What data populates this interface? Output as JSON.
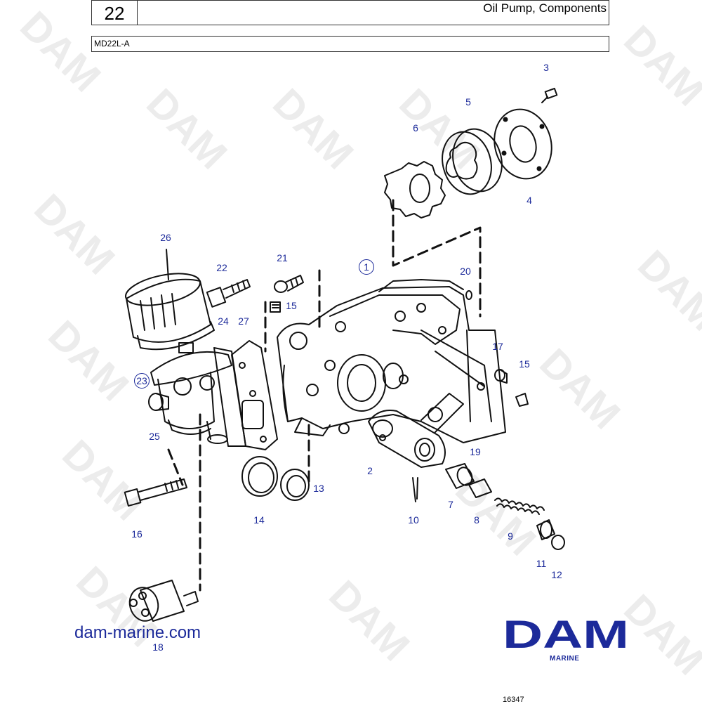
{
  "header": {
    "page_number": "22",
    "title": "Oil Pump, Components"
  },
  "model": "MD22L-A",
  "watermark_text": "DAM",
  "callouts": [
    {
      "label": "1",
      "circled": true
    },
    {
      "label": "2"
    },
    {
      "label": "3"
    },
    {
      "label": "4"
    },
    {
      "label": "5"
    },
    {
      "label": "6"
    },
    {
      "label": "7"
    },
    {
      "label": "8"
    },
    {
      "label": "9"
    },
    {
      "label": "10"
    },
    {
      "label": "11"
    },
    {
      "label": "12"
    },
    {
      "label": "13"
    },
    {
      "label": "14"
    },
    {
      "label": "15"
    },
    {
      "label": "15"
    },
    {
      "label": "16"
    },
    {
      "label": "17"
    },
    {
      "label": "18"
    },
    {
      "label": "19"
    },
    {
      "label": "20"
    },
    {
      "label": "21"
    },
    {
      "label": "22"
    },
    {
      "label": "23",
      "circled": true
    },
    {
      "label": "24"
    },
    {
      "label": "25"
    },
    {
      "label": "26"
    },
    {
      "label": "27"
    }
  ],
  "footer": {
    "website": "dam-marine.com",
    "brand_logo": "DAM",
    "brand_subtitle": "MARINE",
    "drawing_id": "16347"
  },
  "colors": {
    "callout": "#1c2a9a",
    "brand": "#1c2a9a",
    "line": "#111111",
    "watermark": "#ececec"
  }
}
